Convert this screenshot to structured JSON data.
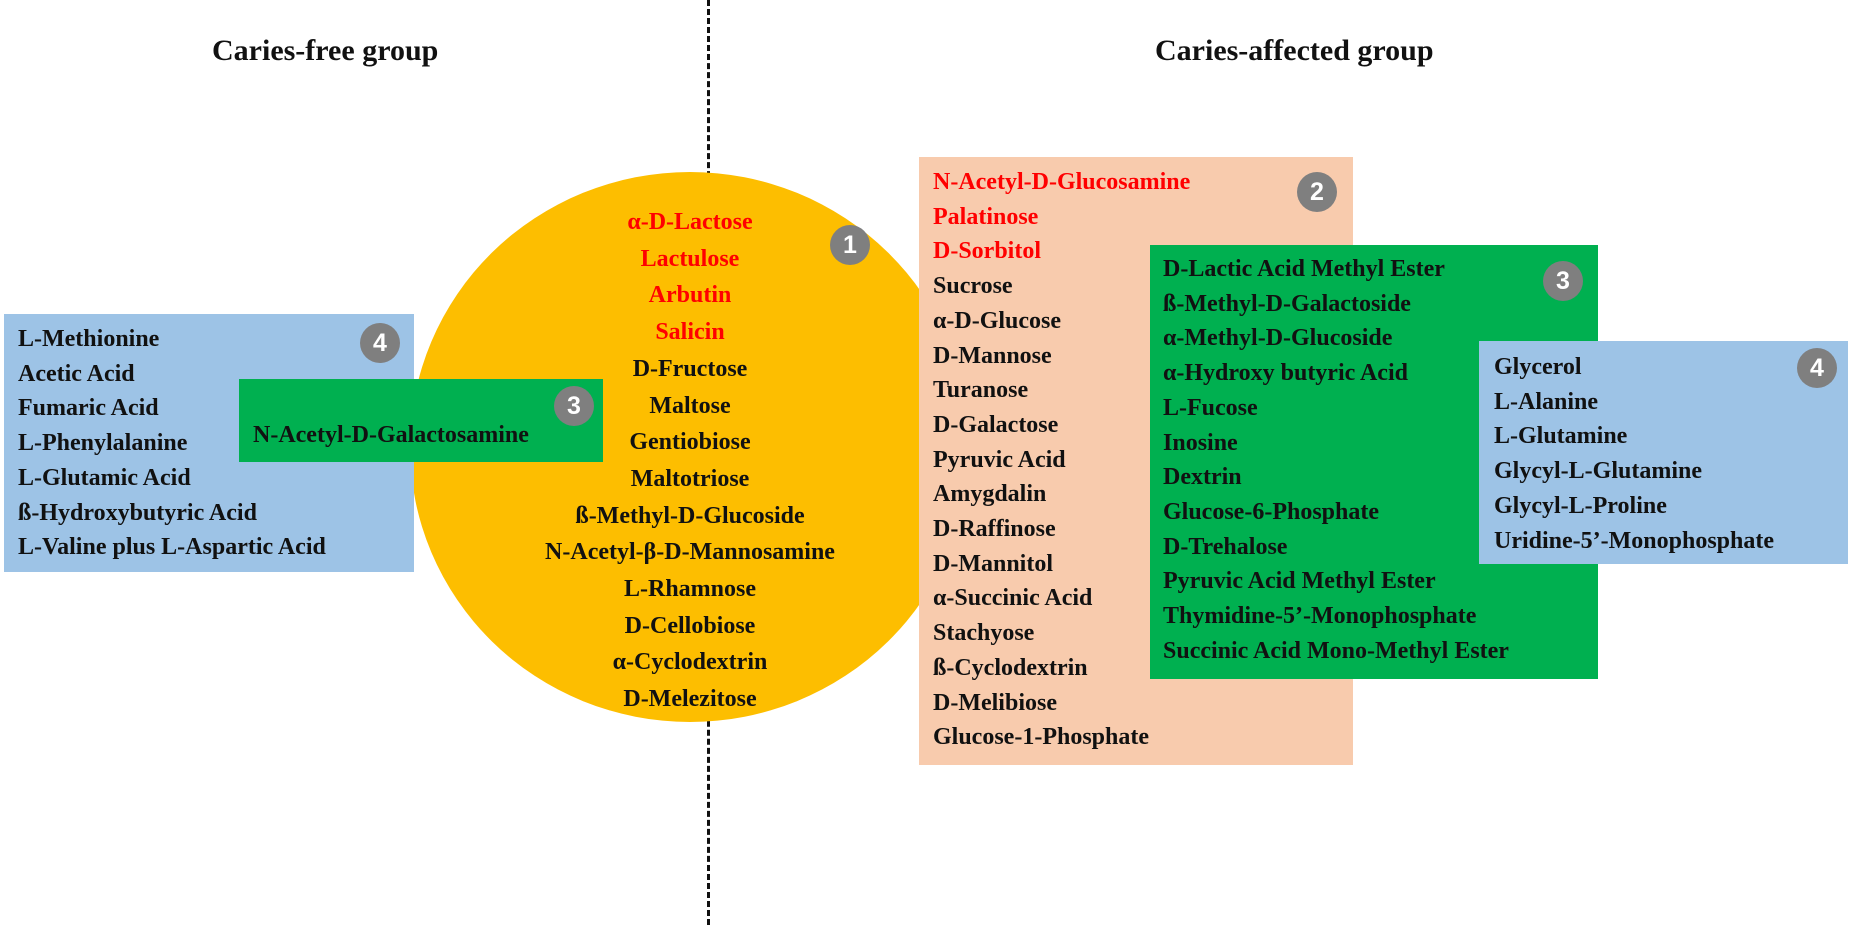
{
  "titles": {
    "left": "Caries-free group",
    "right": "Caries-affected group"
  },
  "colors": {
    "circle": "#fdbe00",
    "peach": "#f8cbad",
    "green": "#00b050",
    "blue": "#9dc3e6",
    "badge": "#7f7f7f",
    "highlight": "#ff0000"
  },
  "badges": {
    "b1": "1",
    "b2": "2",
    "b3_right": "3",
    "b4_right": "4",
    "b3_left": "3",
    "b4_left": "4"
  },
  "circle": {
    "highlighted": [
      "α-D-Lactose",
      "Lactulose",
      "Arbutin",
      "Salicin"
    ],
    "items": [
      "D-Fructose",
      "Maltose",
      "Gentiobiose",
      "Maltotriose",
      "ß-Methyl-D-Glucoside",
      "N-Acetyl-β-D-Mannosamine",
      "L-Rhamnose",
      "D-Cellobiose",
      "α-Cyclodextrin",
      "D-Melezitose"
    ]
  },
  "left_blue": {
    "items": [
      "L-Methionine",
      "Acetic Acid",
      "Fumaric Acid",
      "L-Phenylalanine",
      "L-Glutamic Acid",
      "ß-Hydroxybutyric  Acid",
      "L-Valine plus L-Aspartic Acid"
    ]
  },
  "left_green": {
    "label": "N-Acetyl-D-Galactosamine"
  },
  "peach": {
    "highlighted": [
      "N-Acetyl-D-Glucosamine",
      "Palatinose",
      "D-Sorbitol"
    ],
    "items": [
      "Sucrose",
      "α-D-Glucose",
      "D-Mannose",
      "Turanose",
      "D-Galactose",
      "Pyruvic Acid",
      "Amygdalin",
      "D-Raffinose",
      "D-Mannitol",
      "α-Succinic Acid",
      "Stachyose",
      "ß-Cyclodextrin",
      "D-Melibiose",
      "Glucose-1-Phosphate"
    ]
  },
  "right_green": {
    "items": [
      "D-Lactic Acid Methyl Ester",
      "ß-Methyl-D-Galactoside",
      "α-Methyl-D-Glucoside",
      "α-Hydroxy  butyric  Acid",
      "L-Fucose",
      "Inosine",
      "Dextrin",
      "Glucose-6-Phosphate",
      "D-Trehalose",
      "Pyruvic Acid Methyl Ester",
      "Thymidine-5’-Monophosphate",
      "Succinic Acid Mono-Methyl Ester"
    ]
  },
  "right_blue": {
    "items": [
      "Glycerol",
      "L-Alanine",
      "L-Glutamine",
      "Glycyl-L-Glutamine",
      "Glycyl-L-Proline",
      "Uridine-5’-Monophosphate"
    ]
  }
}
